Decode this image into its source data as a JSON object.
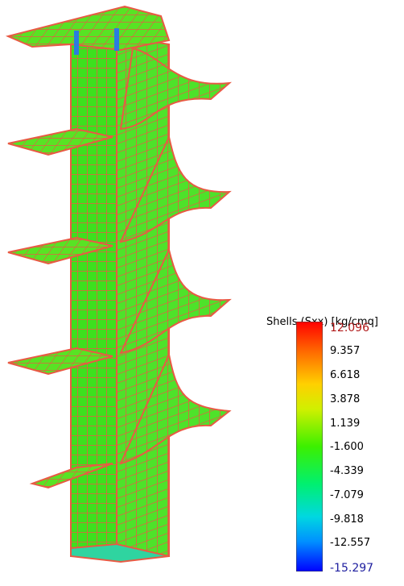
{
  "legend": {
    "title": "Shells (Sxx) [kg/cmq]",
    "max": "12.096",
    "min": "-15.297",
    "ticks": [
      "12.096",
      "9.357",
      "6.618",
      "3.878",
      "1.139",
      "-1.600",
      "-4.339",
      "-7.079",
      "-9.818",
      "-12.557",
      "-15.297"
    ],
    "colors": [
      "#ff0000",
      "#ff5a00",
      "#ffa600",
      "#e6f000",
      "#8ef000",
      "#2ff000",
      "#00f020",
      "#00e6a0",
      "#00b4ff",
      "#0050ff",
      "#0000ff"
    ]
  },
  "mesh": {
    "fill": "#40e020",
    "line": "#e85040"
  }
}
